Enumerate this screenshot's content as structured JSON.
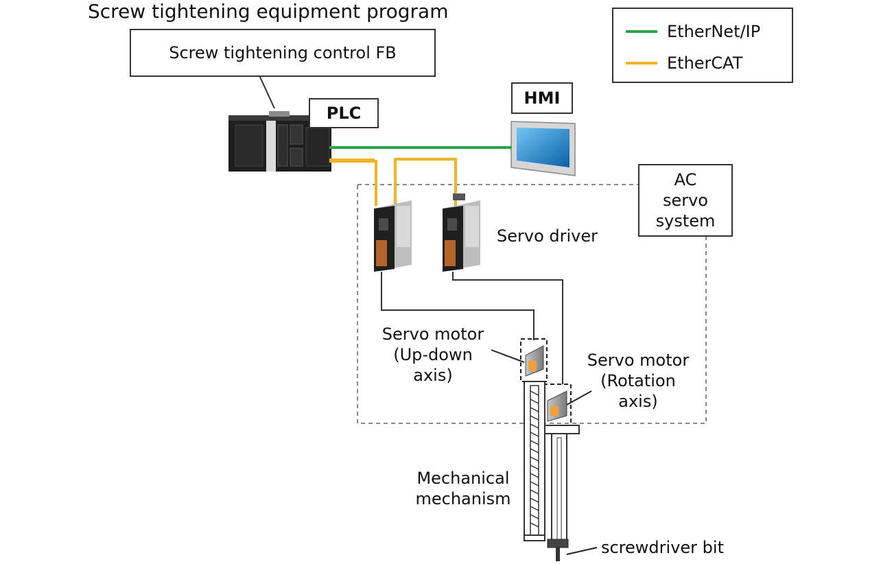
{
  "title": "Screw tightening equipment program",
  "fb_label": "Screw tightening control FB",
  "plc_label": "PLC",
  "hmi_label": "HMI",
  "legend": {
    "ethernet_ip": "EtherNet/IP",
    "ethercat": "EtherCAT",
    "ethernet_ip_color": "#2ca24a",
    "ethercat_color": "#f0b429"
  },
  "ac_servo_system": "AC\nservo\nsystem",
  "servo_driver": "Servo driver",
  "servo_motor_updown": "Servo motor\n(Up-down\naxis)",
  "servo_motor_rotation": "Servo motor\n(Rotation\naxis)",
  "mechanical_mechanism": "Mechanical\nmechanism",
  "screwdriver_bit": "screwdriver bit"
}
